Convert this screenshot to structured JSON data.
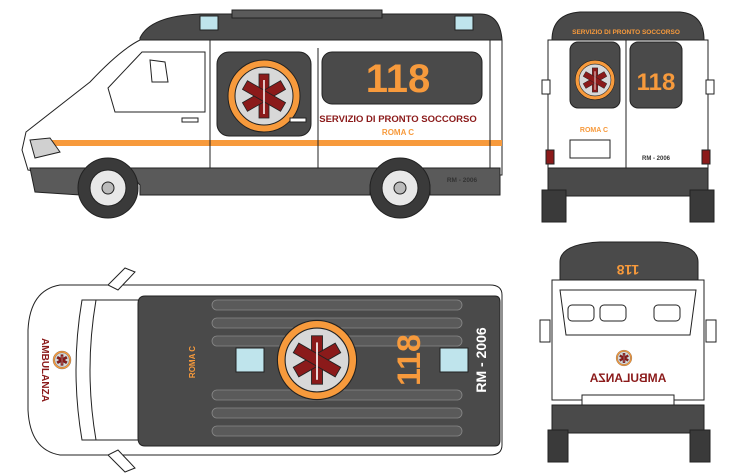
{
  "side": {
    "number": "118",
    "service_line1": "SERVIZIO DI PRONTO SOCCORSO",
    "service_line2": "ROMA C",
    "plate": "RM - 2006"
  },
  "rear": {
    "header": "SERVIZIO DI PRONTO SOCCORSO",
    "number": "118",
    "city": "ROMA C",
    "plate": "RM - 2006"
  },
  "top": {
    "hood_text": "AMBULANZA",
    "city": "ROMA C",
    "number": "118",
    "plate": "RM - 2006"
  },
  "front": {
    "roof_number": "118",
    "hood_text": "AMBULANZA"
  },
  "colors": {
    "body": "#ffffff",
    "roof": "#4a4a4a",
    "stripe": "#f79a3c",
    "accent_text": "#8b1a1a",
    "beacon": "#bfe4ec"
  }
}
